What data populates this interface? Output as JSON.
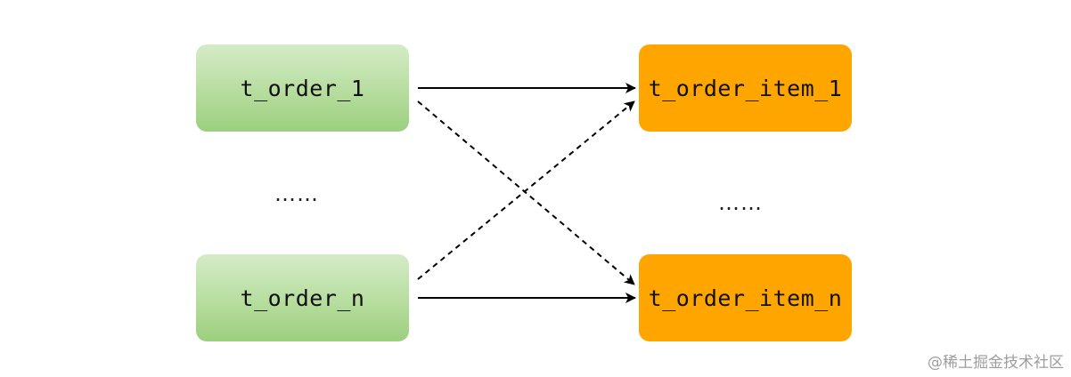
{
  "nodes": {
    "order_1": "t_order_1",
    "order_n": "t_order_n",
    "item_1": "t_order_item_1",
    "item_n": "t_order_item_n"
  },
  "ellipsis": {
    "left": "……",
    "right": "……"
  },
  "edges": [
    {
      "from": "t_order_1",
      "to": "t_order_item_1",
      "style": "solid"
    },
    {
      "from": "t_order_1",
      "to": "t_order_item_n",
      "style": "dashed"
    },
    {
      "from": "t_order_n",
      "to": "t_order_item_1",
      "style": "dashed"
    },
    {
      "from": "t_order_n",
      "to": "t_order_item_n",
      "style": "solid"
    }
  ],
  "colors": {
    "order_node": "#b6dd9e",
    "item_node": "#ffa500",
    "arrow": "#000000"
  },
  "watermark": "@稀土掘金技术社区"
}
